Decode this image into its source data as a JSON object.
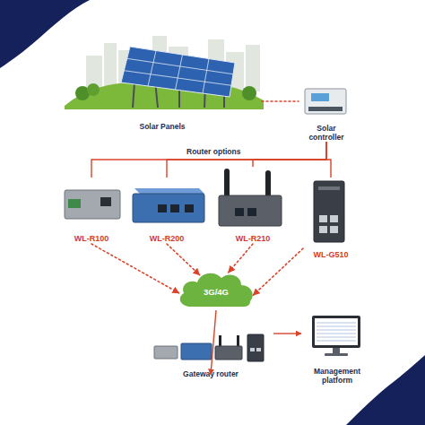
{
  "diagram": {
    "nodes": [
      {
        "text": [
          "Solar Panels"
        ]
      },
      {
        "text": [
          "Solar controller"
        ]
      },
      {
        "text": [
          "WL-R100"
        ]
      },
      {
        "text": [
          "WL-R200"
        ]
      },
      {
        "text": [
          "WL-R210"
        ]
      },
      {
        "text": [
          "WL-G510"
        ]
      },
      {
        "text": [
          "3G/4G"
        ]
      },
      {
        "text": [
          "Gateway router"
        ]
      },
      {
        "text": [
          "Management platform"
        ]
      }
    ],
    "edges": [
      {
        "from": 0,
        "to": 1,
        "arrow": "none"
      },
      {
        "from": 1,
        "to": 2,
        "arrow": "none"
      },
      {
        "from": 1,
        "to": 3,
        "arrow": "none"
      },
      {
        "from": 1,
        "to": 4,
        "arrow": "none"
      },
      {
        "from": 1,
        "to": 5,
        "arrow": "none"
      },
      {
        "from": 2,
        "to": 6,
        "arrow": "to"
      },
      {
        "from": 3,
        "to": 6,
        "arrow": "to"
      },
      {
        "from": 4,
        "to": 6,
        "arrow": "to"
      },
      {
        "from": 5,
        "to": 6,
        "arrow": "to"
      },
      {
        "from": 6,
        "to": 7,
        "arrow": "to"
      },
      {
        "from": 7,
        "to": 8,
        "arrow": "to"
      }
    ],
    "labels": [
      "Router options"
    ]
  }
}
